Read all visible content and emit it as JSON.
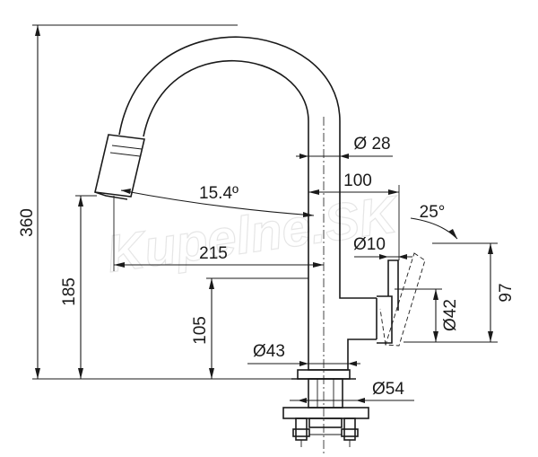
{
  "dimensions": {
    "overall_height": "360",
    "spout_height": "185",
    "lever_height": "105",
    "reach": "215",
    "head_offset": "100",
    "spout_angle": "15.4º",
    "lever_angle": "25°",
    "lever_length": "97",
    "spout_diameter": "Ø 28",
    "lever_diameter": "Ø10",
    "base_diameter": "Ø43",
    "mount_diameter": "Ø54",
    "handle_diameter": "Ø42"
  },
  "watermark": "Kupelne.SK",
  "colors": {
    "line": "#1a1a1a",
    "background": "#ffffff",
    "watermark": "#e6e6e6"
  }
}
